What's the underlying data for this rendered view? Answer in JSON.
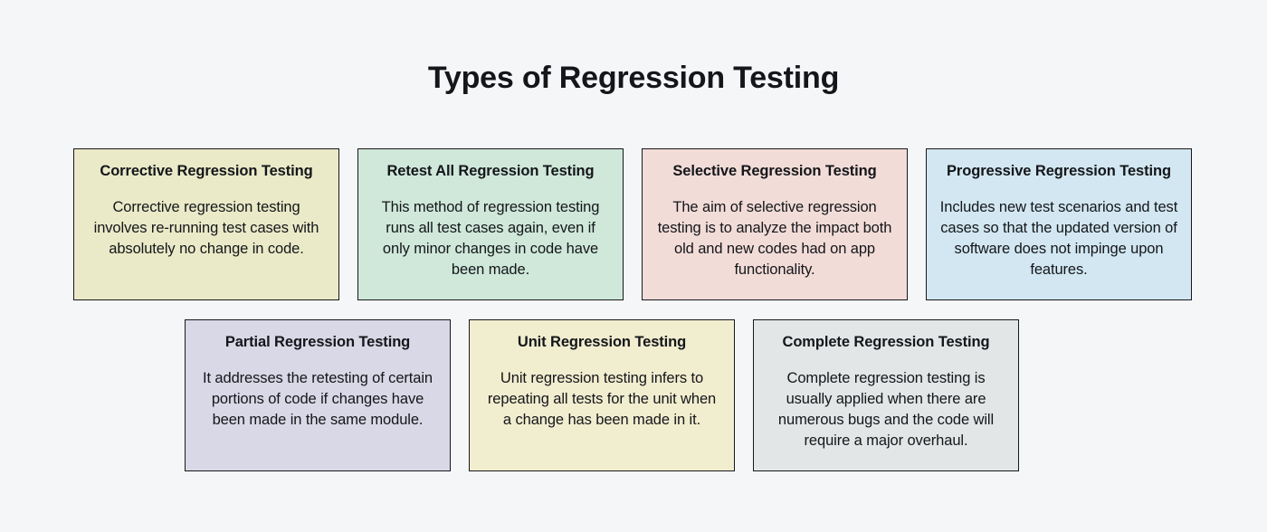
{
  "page": {
    "title": "Types of Regression Testing",
    "background_color": "#f5f6f8",
    "text_color": "#14161a",
    "border_color": "#17181b"
  },
  "rows": [
    {
      "id": "row-1",
      "cards": [
        {
          "title": "Corrective Regression Testing",
          "body": "Corrective regression testing involves re-running test cases with absolutely no change in code.",
          "color": "#eaeac8"
        },
        {
          "title": "Retest All Regression Testing",
          "body": "This method of regression testing runs all test cases again, even if only minor changes in code have been made.",
          "color": "#cfe8da"
        },
        {
          "title": "Selective Regression Testing",
          "body": "The aim of selective regression testing is to analyze the impact both old and new codes had on app functionality.",
          "color": "#f2dcd8"
        },
        {
          "title": "Progressive Regression Testing",
          "body": "Includes new test scenarios and test cases so that the updated version of software does not impinge upon features.",
          "color": "#d2e7f1"
        }
      ]
    },
    {
      "id": "row-2",
      "cards": [
        {
          "title": "Partial Regression Testing",
          "body": "It addresses the retesting of certain portions of code if changes have been made in the same module.",
          "color": "#d8d8e6"
        },
        {
          "title": "Unit Regression Testing",
          "body": "Unit regression testing infers to repeating all tests for the unit when a change has been made in it.",
          "color": "#f1edcf"
        },
        {
          "title": "Complete Regression Testing",
          "body": "Complete regression testing is usually applied when there are numerous bugs and the code will require a major overhaul.",
          "color": "#e3e6e7"
        }
      ]
    }
  ]
}
